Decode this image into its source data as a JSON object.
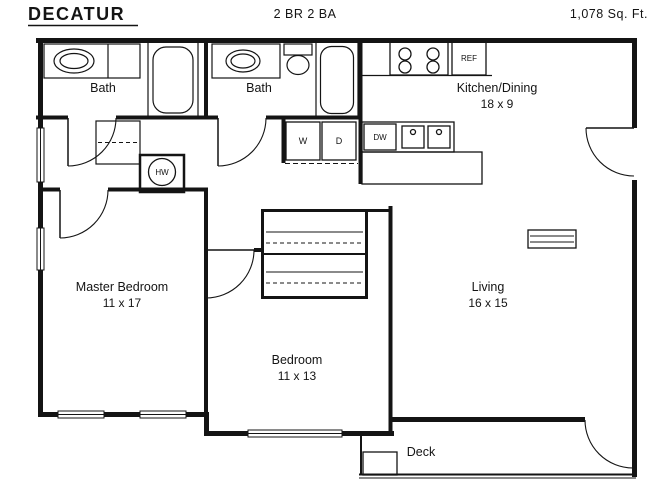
{
  "header": {
    "title": "DECATUR",
    "bed_bath": "2 BR 2 BA",
    "sqft": "1,078 Sq. Ft."
  },
  "rooms": {
    "bath1": {
      "name": "Bath"
    },
    "bath2": {
      "name": "Bath"
    },
    "kitchen": {
      "name": "Kitchen/Dining",
      "dims": "18 x 9"
    },
    "master": {
      "name": "Master Bedroom",
      "dims": "11 x 17"
    },
    "bedroom": {
      "name": "Bedroom",
      "dims": "11 x 13"
    },
    "living": {
      "name": "Living",
      "dims": "16 x 15"
    },
    "deck": {
      "name": "Deck"
    }
  },
  "fixtures": {
    "ref": "REF",
    "dw": "DW",
    "washer": "W",
    "dryer": "D",
    "water_heater": "HW"
  },
  "colors": {
    "ink": "#141414",
    "background": "#ffffff"
  }
}
